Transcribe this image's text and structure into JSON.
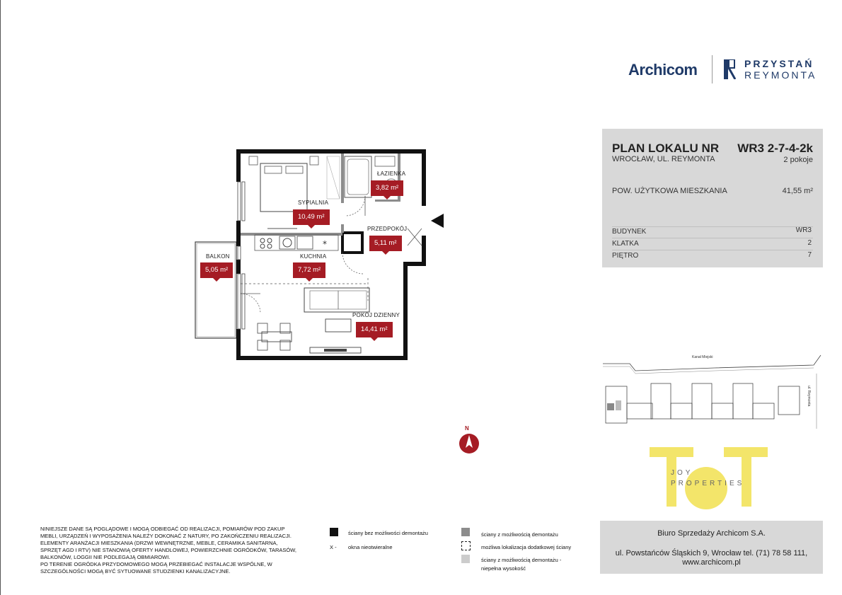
{
  "header": {
    "archicom_logo": "Archicom",
    "przystan_line1": "PRZYSTAŃ",
    "przystan_line2": "REYMONTA"
  },
  "info": {
    "title": "PLAN LOKALU NR",
    "code": "WR3 2-7-4-2k",
    "city": "WROCŁAW, UL. REYMONTA",
    "rooms": "2 pokoje",
    "area_label": "POW. UŻYTKOWA MIESZKANIA",
    "area_value": "41,55 m²",
    "rows": [
      {
        "label": "BUDYNEK",
        "value": "WR3"
      },
      {
        "label": "KLATKA",
        "value": "2"
      },
      {
        "label": "PIĘTRO",
        "value": "7"
      }
    ]
  },
  "plan": {
    "rooms": [
      {
        "label": "SYPIALNIA",
        "area": "10,49 m²"
      },
      {
        "label": "ŁAZIENKA",
        "area": "3,82 m²"
      },
      {
        "label": "PRZEDPOKÓJ",
        "area": "5,11 m²"
      },
      {
        "label": "KUCHNIA",
        "area": "7,72 m²"
      },
      {
        "label": "BALKON",
        "area": "5,05 m²"
      },
      {
        "label": "POKÓJ DZIENNY",
        "area": "14,41 m²"
      }
    ],
    "compass": "N"
  },
  "site_map": {
    "street_1": "Kanał Miejski",
    "street_2": "ul. Reymonta"
  },
  "joy": {
    "line1": "JOY",
    "line2": "PROPERTIES"
  },
  "disclaimer_lines": [
    "NINIEJSZE DANE SĄ POGLĄDOWE I MOGĄ ODBIEGAĆ OD REALIZACJI, POMIARÓW POD ZAKUP",
    "MEBLI, URZĄDZEŃ I WYPOSAŻENIA NALEŻY DOKONAĆ Z NATURY, PO ZAKOŃCZENIU REALIZACJI.",
    "ELEMENTY ARANŻACJI MIESZKANIA (DRZWI WEWNĘTRZNE, MEBLE, CERAMIKA SANITARNA,",
    "SPRZĘT AGD I RTV) NIE STANOWIĄ OFERTY HANDLOWEJ, POWIERZCHNIE OGRÓDKÓW, TARASÓW,",
    "BALKONÓW, LOGGII NIE PODLEGAJĄ OBMIAROWI.",
    "PO TERENIE OGRÓDKA PRZYDOMOWEGO MOGĄ PRZEBIEGAĆ INSTALACJE WSPÓLNE, W",
    "SZCZEGÓLNOŚCI MOGĄ BYĆ SYTUOWANE STUDZIENKI KANALIZACYJNE."
  ],
  "legend": [
    {
      "text": "ściany bez możliwości demontażu",
      "swatch": "#111111"
    },
    {
      "text": "okna nieotwieralne",
      "swatch": "x"
    },
    {
      "text": "ściany z możliwością demontażu",
      "swatch": "#8c8c8c"
    },
    {
      "text": "możliwa lokalizacja dodatkowej ściany",
      "swatch": "dashed"
    },
    {
      "text": "ściany z możliwością demontażu -",
      "text2": "niepełna wysokość",
      "swatch": "#cccccc"
    }
  ],
  "sales": {
    "name": "Biuro Sprzedaży Archicom S.A.",
    "address": "ul. Powstańców Śląskich 9, Wrocław  tel. (71) 78 58 111,",
    "web": "www.archicom.pl"
  },
  "colors": {
    "brand_blue": "#1f3a68",
    "tag_red": "#a51c24",
    "panel_grey": "#d8d8d8",
    "joy_yellow": "#f3e56a"
  }
}
